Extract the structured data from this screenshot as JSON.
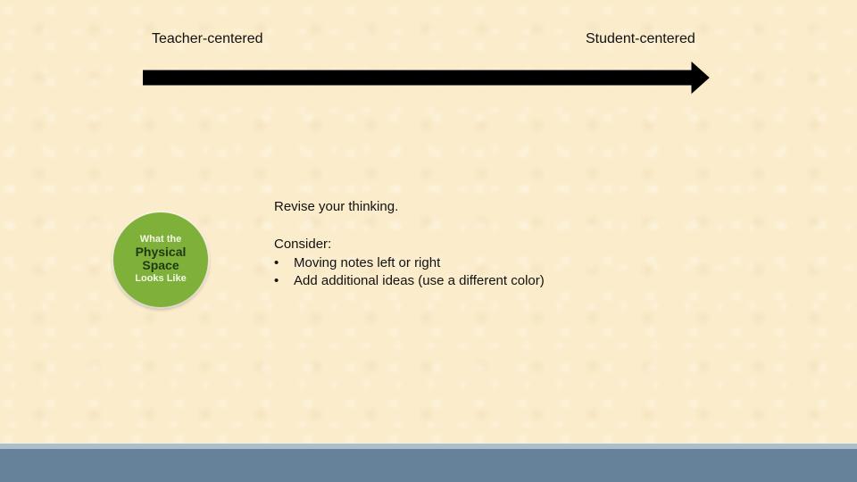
{
  "continuum": {
    "left_label": "Teacher-centered",
    "right_label": "Student-centered"
  },
  "badge": {
    "line1": "What the",
    "line2": "Physical",
    "line3": "Space",
    "line4": "Looks Like",
    "color": "#7fb03a"
  },
  "content": {
    "revise": "Revise your thinking.",
    "consider": "Consider:",
    "bullets": [
      "Moving notes left or right",
      "Add additional ideas (use a different color)"
    ],
    "bullet_symbol": "•"
  },
  "colors": {
    "background": "#fbeccb",
    "footer_bar": "#65829a",
    "footer_stripe": "#a9bfcc",
    "arrow": "#000000"
  }
}
